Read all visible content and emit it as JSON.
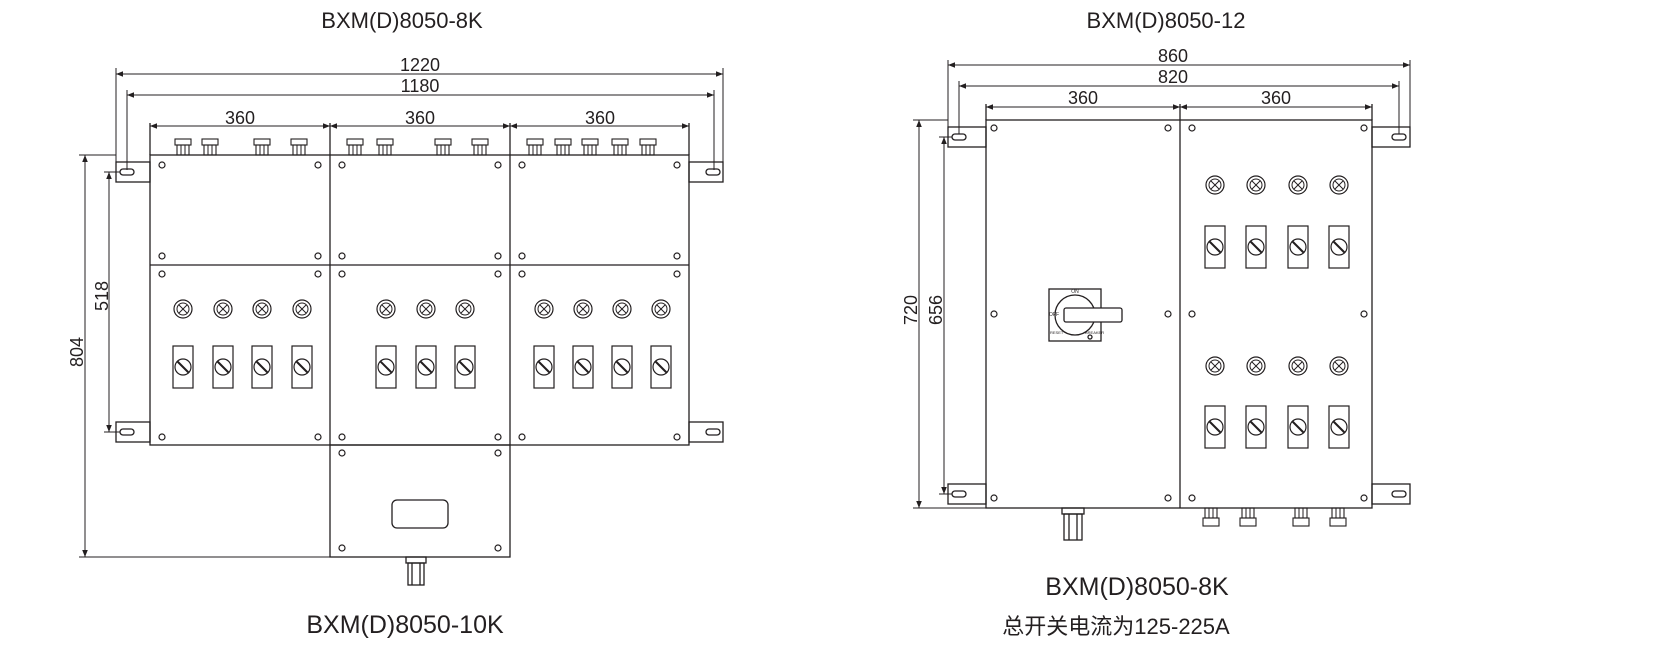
{
  "captions": {
    "top_left": "BXM(D)8050-8K",
    "top_right": "BXM(D)8050-12",
    "bottom_left": "BXM(D)8050-10K",
    "bottom_right_model": "BXM(D)8050-8K",
    "bottom_right_note": "总开关电流为125-225A"
  },
  "left_dims": {
    "overall_width": "1220",
    "mount_width": "1180",
    "section_1": "360",
    "section_2": "360",
    "section_3": "360",
    "overall_height": "804",
    "mount_height": "518"
  },
  "right_dims": {
    "overall_width": "860",
    "mount_width": "820",
    "section_1": "360",
    "section_2": "360",
    "overall_height": "720",
    "mount_height": "656"
  },
  "switch_labels": {
    "on": "ON",
    "off": "OFF",
    "reset": "RESET",
    "breaker": "BREAKER"
  },
  "colors": {
    "line": "#231f20",
    "background": "#ffffff"
  }
}
